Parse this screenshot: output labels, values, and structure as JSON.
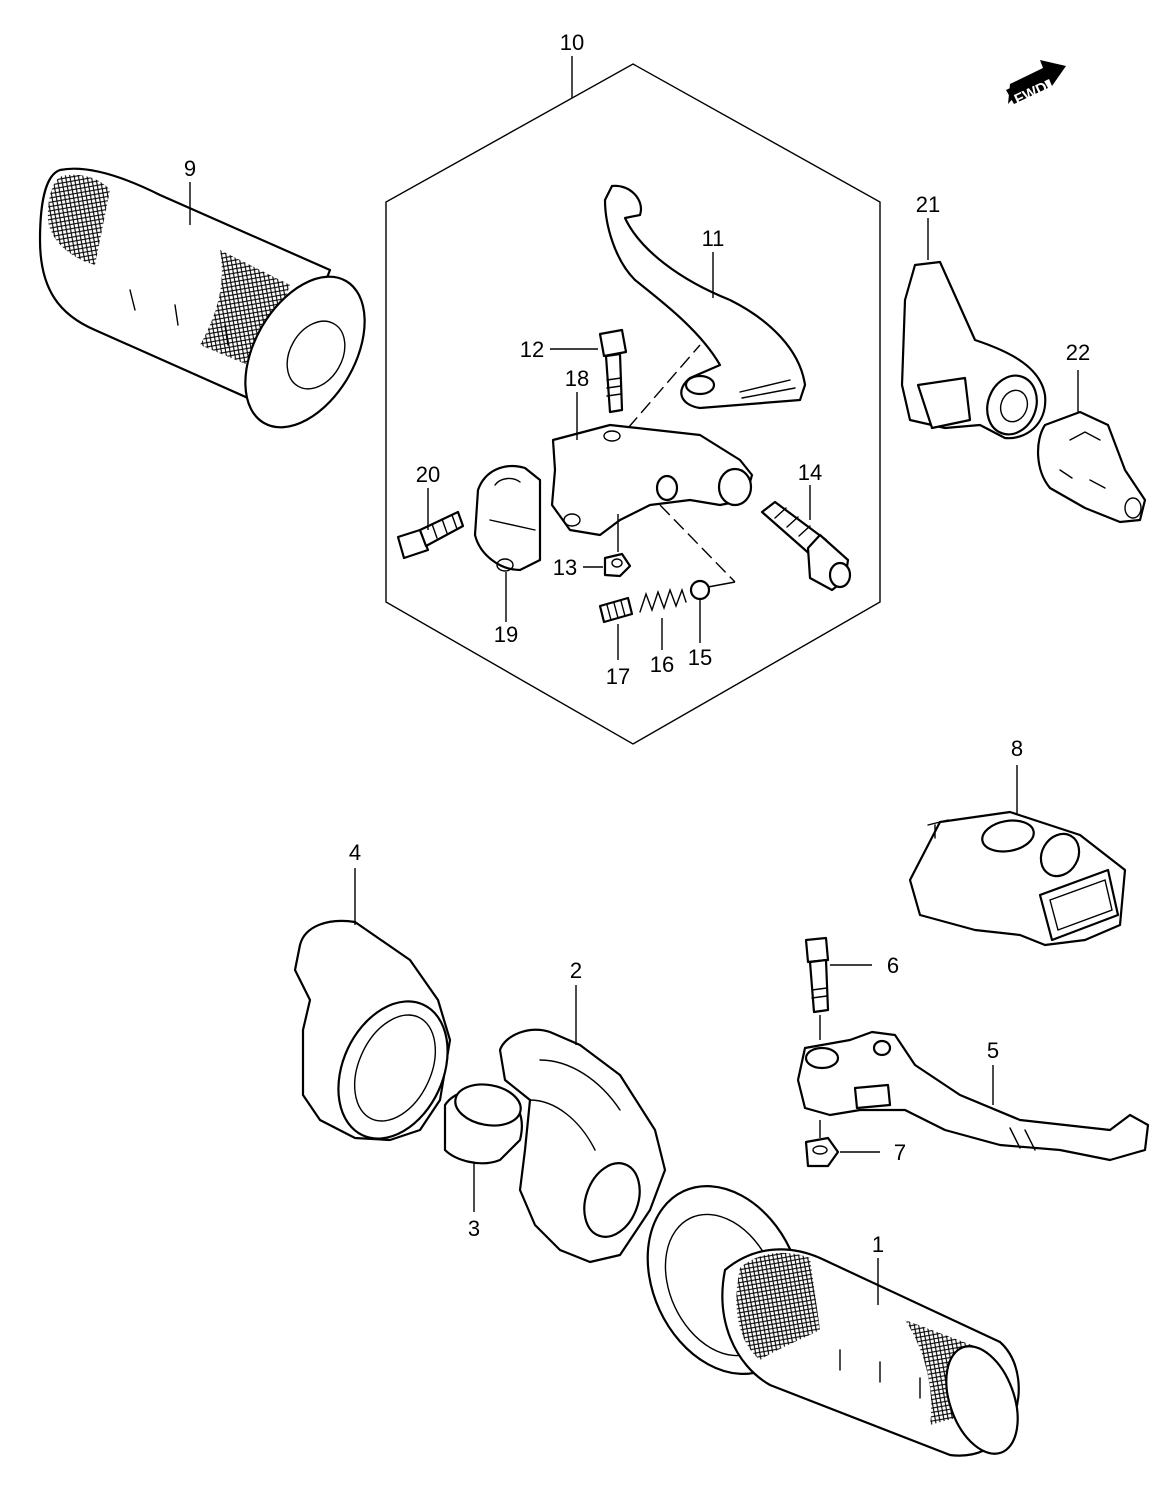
{
  "diagram": {
    "direction_marker": "FWD",
    "callouts": {
      "p1": "1",
      "p2": "2",
      "p3": "3",
      "p4": "4",
      "p5": "5",
      "p6": "6",
      "p7": "7",
      "p8": "8",
      "p9": "9",
      "p10": "10",
      "p11": "11",
      "p12": "12",
      "p13": "13",
      "p14": "14",
      "p15": "15",
      "p16": "16",
      "p17": "17",
      "p18": "18",
      "p19": "19",
      "p20": "20",
      "p21": "21",
      "p22": "22"
    }
  }
}
